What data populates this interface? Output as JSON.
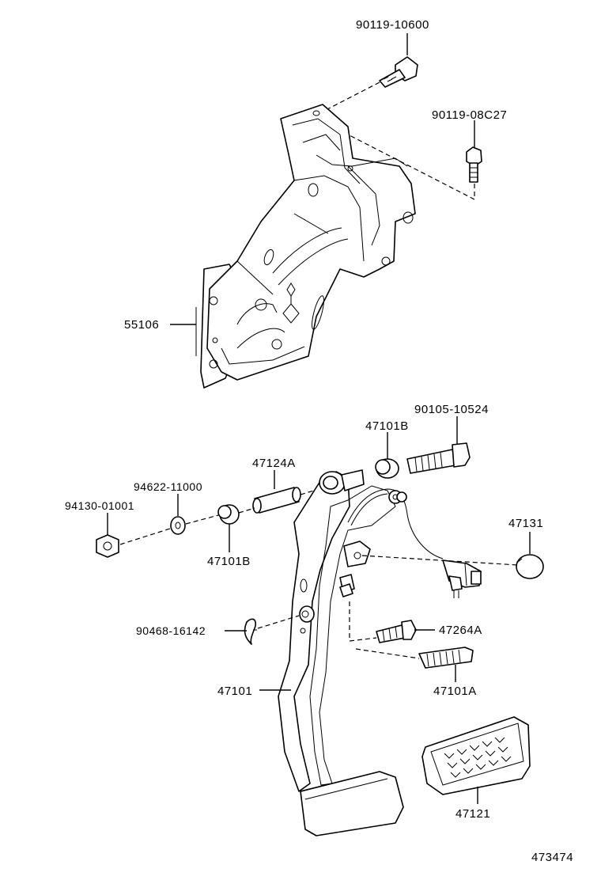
{
  "diagram": {
    "part_labels": {
      "bolt_top": "90119-10600",
      "bolt_right": "90119-08C27",
      "bracket": "55106",
      "bolt_pivot": "90105-10524",
      "bushing_right": "47101B",
      "collar": "47124A",
      "washer": "94622-11000",
      "nut": "94130-01001",
      "bushing_left": "47101B",
      "stop_light_cushion": "47131",
      "clip": "90468-16142",
      "stopper_bolt": "47264A",
      "spring": "47101A",
      "pedal": "47101",
      "pedal_pad": "47121"
    },
    "figure_number": "473474"
  }
}
